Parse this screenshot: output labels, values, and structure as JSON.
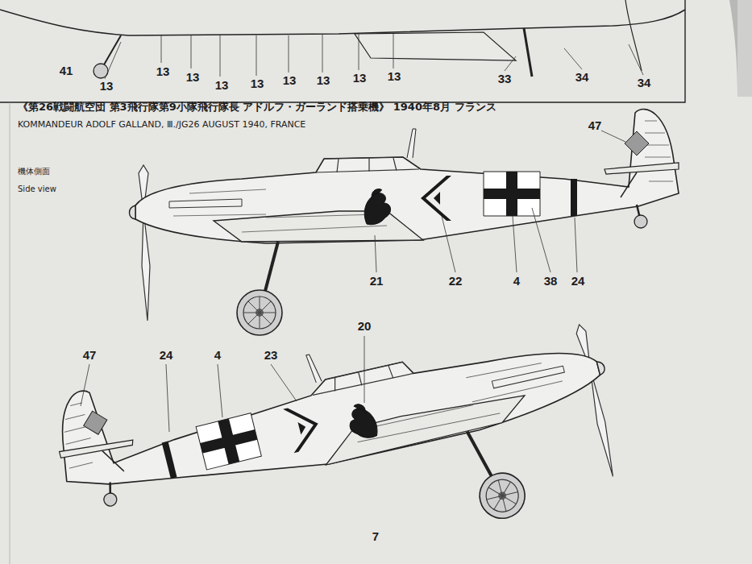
{
  "diagram": {
    "title": "《第26戦闘航空団 第3飛行隊第9小隊飛行隊長 アドルフ・ガーランド搭乗機》 1940年8月 フランス",
    "labels": [
      "41",
      "13",
      "13",
      "13",
      "13",
      "13",
      "13",
      "13",
      "13",
      "13",
      "33",
      "34",
      "34",
      "KOMMANDEUR ADOLF GALLAND, Ⅲ./JG26 AUGUST 1940, FRANCE",
      "機体側面",
      "Side view",
      "47",
      "21",
      "22",
      "4",
      "38",
      "24",
      "20",
      "47",
      "24",
      "4",
      "23",
      "7"
    ]
  }
}
